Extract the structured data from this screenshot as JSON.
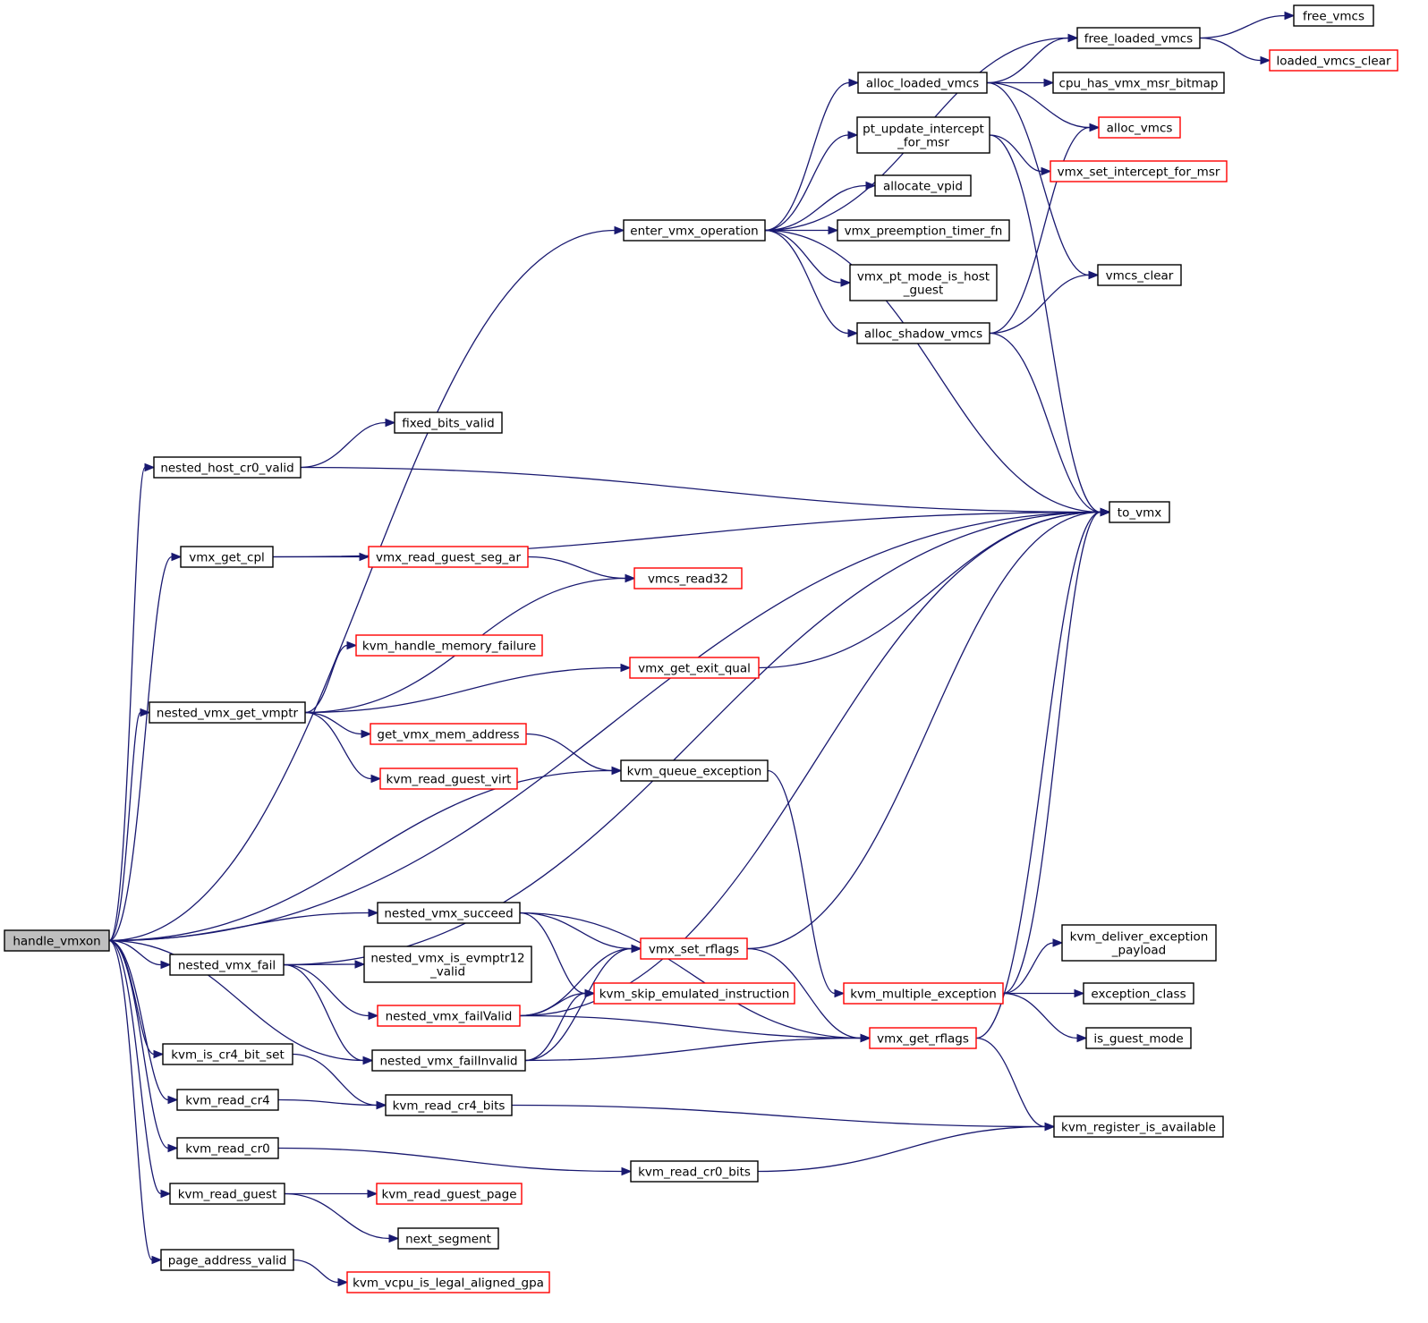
{
  "colors": {
    "edge": "#191970",
    "plain_border": "#000000",
    "truncated_border": "#ff0000",
    "root_fill": "#bfbfbf"
  },
  "nodes": [
    {
      "id": "handle_vmxon",
      "lines": [
        "handle_vmxon"
      ],
      "style": "root"
    },
    {
      "id": "enter_vmx_operation",
      "lines": [
        "enter_vmx_operation"
      ],
      "style": "plain"
    },
    {
      "id": "to_vmx",
      "lines": [
        "to_vmx"
      ],
      "style": "plain"
    },
    {
      "id": "nested_host_cr0_valid",
      "lines": [
        "nested_host_cr0_valid"
      ],
      "style": "plain"
    },
    {
      "id": "fixed_bits_valid",
      "lines": [
        "fixed_bits_valid"
      ],
      "style": "plain"
    },
    {
      "id": "vmx_get_cpl",
      "lines": [
        "vmx_get_cpl"
      ],
      "style": "plain"
    },
    {
      "id": "vmx_read_guest_seg_ar",
      "lines": [
        "vmx_read_guest_seg_ar"
      ],
      "style": "trunc"
    },
    {
      "id": "vmcs_read32",
      "lines": [
        "vmcs_read32"
      ],
      "style": "trunc"
    },
    {
      "id": "nested_vmx_get_vmptr",
      "lines": [
        "nested_vmx_get_vmptr"
      ],
      "style": "plain"
    },
    {
      "id": "kvm_handle_memory_failure",
      "lines": [
        "kvm_handle_memory_failure"
      ],
      "style": "trunc"
    },
    {
      "id": "vmx_get_exit_qual",
      "lines": [
        "vmx_get_exit_qual"
      ],
      "style": "trunc"
    },
    {
      "id": "get_vmx_mem_address",
      "lines": [
        "get_vmx_mem_address"
      ],
      "style": "trunc"
    },
    {
      "id": "kvm_read_guest_virt",
      "lines": [
        "kvm_read_guest_virt"
      ],
      "style": "trunc"
    },
    {
      "id": "kvm_queue_exception",
      "lines": [
        "kvm_queue_exception"
      ],
      "style": "plain"
    },
    {
      "id": "nested_vmx_succeed",
      "lines": [
        "nested_vmx_succeed"
      ],
      "style": "plain"
    },
    {
      "id": "nested_vmx_fail",
      "lines": [
        "nested_vmx_fail"
      ],
      "style": "plain"
    },
    {
      "id": "nested_vmx_is_evmptr12_valid",
      "lines": [
        "nested_vmx_is_evmptr12",
        "_valid"
      ],
      "style": "plain"
    },
    {
      "id": "nested_vmx_failValid",
      "lines": [
        "nested_vmx_failValid"
      ],
      "style": "trunc"
    },
    {
      "id": "nested_vmx_failInvalid",
      "lines": [
        "nested_vmx_failInvalid"
      ],
      "style": "plain"
    },
    {
      "id": "vmx_set_rflags",
      "lines": [
        "vmx_set_rflags"
      ],
      "style": "trunc"
    },
    {
      "id": "kvm_skip_emulated_instruction",
      "lines": [
        "kvm_skip_emulated_instruction"
      ],
      "style": "trunc"
    },
    {
      "id": "vmx_get_rflags",
      "lines": [
        "vmx_get_rflags"
      ],
      "style": "trunc"
    },
    {
      "id": "kvm_multiple_exception",
      "lines": [
        "kvm_multiple_exception"
      ],
      "style": "trunc"
    },
    {
      "id": "kvm_deliver_exception_payload",
      "lines": [
        "kvm_deliver_exception",
        "_payload"
      ],
      "style": "plain"
    },
    {
      "id": "exception_class",
      "lines": [
        "exception_class"
      ],
      "style": "plain"
    },
    {
      "id": "is_guest_mode",
      "lines": [
        "is_guest_mode"
      ],
      "style": "plain"
    },
    {
      "id": "kvm_register_is_available",
      "lines": [
        "kvm_register_is_available"
      ],
      "style": "plain"
    },
    {
      "id": "kvm_is_cr4_bit_set",
      "lines": [
        "kvm_is_cr4_bit_set"
      ],
      "style": "plain"
    },
    {
      "id": "kvm_read_cr4",
      "lines": [
        "kvm_read_cr4"
      ],
      "style": "plain"
    },
    {
      "id": "kvm_read_cr4_bits",
      "lines": [
        "kvm_read_cr4_bits"
      ],
      "style": "plain"
    },
    {
      "id": "kvm_read_cr0",
      "lines": [
        "kvm_read_cr0"
      ],
      "style": "plain"
    },
    {
      "id": "kvm_read_cr0_bits",
      "lines": [
        "kvm_read_cr0_bits"
      ],
      "style": "plain"
    },
    {
      "id": "kvm_read_guest",
      "lines": [
        "kvm_read_guest"
      ],
      "style": "plain"
    },
    {
      "id": "kvm_read_guest_page",
      "lines": [
        "kvm_read_guest_page"
      ],
      "style": "trunc"
    },
    {
      "id": "next_segment",
      "lines": [
        "next_segment"
      ],
      "style": "plain"
    },
    {
      "id": "page_address_valid",
      "lines": [
        "page_address_valid"
      ],
      "style": "plain"
    },
    {
      "id": "kvm_vcpu_is_legal_aligned_gpa",
      "lines": [
        "kvm_vcpu_is_legal_aligned_gpa"
      ],
      "style": "trunc"
    },
    {
      "id": "free_loaded_vmcs",
      "lines": [
        "free_loaded_vmcs"
      ],
      "style": "plain"
    },
    {
      "id": "free_vmcs",
      "lines": [
        "free_vmcs"
      ],
      "style": "plain"
    },
    {
      "id": "loaded_vmcs_clear",
      "lines": [
        "loaded_vmcs_clear"
      ],
      "style": "trunc"
    },
    {
      "id": "alloc_loaded_vmcs",
      "lines": [
        "alloc_loaded_vmcs"
      ],
      "style": "plain"
    },
    {
      "id": "cpu_has_vmx_msr_bitmap",
      "lines": [
        "cpu_has_vmx_msr_bitmap"
      ],
      "style": "plain"
    },
    {
      "id": "alloc_vmcs",
      "lines": [
        "alloc_vmcs"
      ],
      "style": "trunc"
    },
    {
      "id": "pt_update_intercept_for_msr",
      "lines": [
        "pt_update_intercept",
        "_for_msr"
      ],
      "style": "plain"
    },
    {
      "id": "vmx_set_intercept_for_msr",
      "lines": [
        "vmx_set_intercept_for_msr"
      ],
      "style": "trunc"
    },
    {
      "id": "allocate_vpid",
      "lines": [
        "allocate_vpid"
      ],
      "style": "plain"
    },
    {
      "id": "vmx_preemption_timer_fn",
      "lines": [
        "vmx_preemption_timer_fn"
      ],
      "style": "plain"
    },
    {
      "id": "vmx_pt_mode_is_host_guest",
      "lines": [
        "vmx_pt_mode_is_host",
        "_guest"
      ],
      "style": "plain"
    },
    {
      "id": "vmcs_clear",
      "lines": [
        "vmcs_clear"
      ],
      "style": "plain"
    },
    {
      "id": "alloc_shadow_vmcs",
      "lines": [
        "alloc_shadow_vmcs"
      ],
      "style": "plain"
    }
  ],
  "edges": [
    [
      "handle_vmxon",
      "enter_vmx_operation"
    ],
    [
      "handle_vmxon",
      "to_vmx"
    ],
    [
      "handle_vmxon",
      "nested_host_cr0_valid"
    ],
    [
      "handle_vmxon",
      "vmx_get_cpl"
    ],
    [
      "handle_vmxon",
      "nested_vmx_get_vmptr"
    ],
    [
      "handle_vmxon",
      "kvm_queue_exception"
    ],
    [
      "handle_vmxon",
      "nested_vmx_succeed"
    ],
    [
      "handle_vmxon",
      "nested_vmx_fail"
    ],
    [
      "handle_vmxon",
      "nested_vmx_failInvalid"
    ],
    [
      "handle_vmxon",
      "kvm_is_cr4_bit_set"
    ],
    [
      "handle_vmxon",
      "kvm_read_cr4"
    ],
    [
      "handle_vmxon",
      "kvm_read_cr0"
    ],
    [
      "handle_vmxon",
      "kvm_read_guest"
    ],
    [
      "handle_vmxon",
      "page_address_valid"
    ],
    [
      "enter_vmx_operation",
      "free_loaded_vmcs"
    ],
    [
      "enter_vmx_operation",
      "alloc_loaded_vmcs"
    ],
    [
      "enter_vmx_operation",
      "pt_update_intercept_for_msr"
    ],
    [
      "enter_vmx_operation",
      "allocate_vpid"
    ],
    [
      "enter_vmx_operation",
      "vmx_preemption_timer_fn"
    ],
    [
      "enter_vmx_operation",
      "vmx_pt_mode_is_host_guest"
    ],
    [
      "enter_vmx_operation",
      "alloc_shadow_vmcs"
    ],
    [
      "enter_vmx_operation",
      "to_vmx"
    ],
    [
      "free_loaded_vmcs",
      "free_vmcs"
    ],
    [
      "free_loaded_vmcs",
      "loaded_vmcs_clear"
    ],
    [
      "alloc_loaded_vmcs",
      "free_loaded_vmcs"
    ],
    [
      "alloc_loaded_vmcs",
      "cpu_has_vmx_msr_bitmap"
    ],
    [
      "alloc_loaded_vmcs",
      "alloc_vmcs"
    ],
    [
      "alloc_loaded_vmcs",
      "vmcs_clear"
    ],
    [
      "pt_update_intercept_for_msr",
      "vmx_set_intercept_for_msr"
    ],
    [
      "pt_update_intercept_for_msr",
      "to_vmx"
    ],
    [
      "alloc_shadow_vmcs",
      "alloc_vmcs"
    ],
    [
      "alloc_shadow_vmcs",
      "vmcs_clear"
    ],
    [
      "alloc_shadow_vmcs",
      "to_vmx"
    ],
    [
      "nested_host_cr0_valid",
      "fixed_bits_valid"
    ],
    [
      "nested_host_cr0_valid",
      "to_vmx"
    ],
    [
      "vmx_get_cpl",
      "to_vmx"
    ],
    [
      "vmx_get_cpl",
      "vmx_read_guest_seg_ar"
    ],
    [
      "vmx_read_guest_seg_ar",
      "vmcs_read32"
    ],
    [
      "nested_vmx_get_vmptr",
      "vmcs_read32"
    ],
    [
      "nested_vmx_get_vmptr",
      "kvm_handle_memory_failure"
    ],
    [
      "nested_vmx_get_vmptr",
      "vmx_get_exit_qual"
    ],
    [
      "nested_vmx_get_vmptr",
      "get_vmx_mem_address"
    ],
    [
      "nested_vmx_get_vmptr",
      "kvm_read_guest_virt"
    ],
    [
      "vmx_get_exit_qual",
      "to_vmx"
    ],
    [
      "get_vmx_mem_address",
      "kvm_queue_exception"
    ],
    [
      "kvm_queue_exception",
      "kvm_multiple_exception"
    ],
    [
      "nested_vmx_succeed",
      "vmx_set_rflags"
    ],
    [
      "nested_vmx_succeed",
      "kvm_skip_emulated_instruction"
    ],
    [
      "nested_vmx_succeed",
      "vmx_get_rflags"
    ],
    [
      "nested_vmx_fail",
      "to_vmx"
    ],
    [
      "nested_vmx_fail",
      "nested_vmx_is_evmptr12_valid"
    ],
    [
      "nested_vmx_fail",
      "nested_vmx_failValid"
    ],
    [
      "nested_vmx_fail",
      "nested_vmx_failInvalid"
    ],
    [
      "nested_vmx_failValid",
      "to_vmx"
    ],
    [
      "nested_vmx_failValid",
      "vmx_set_rflags"
    ],
    [
      "nested_vmx_failValid",
      "kvm_skip_emulated_instruction"
    ],
    [
      "nested_vmx_failValid",
      "vmx_get_rflags"
    ],
    [
      "nested_vmx_failInvalid",
      "vmx_set_rflags"
    ],
    [
      "nested_vmx_failInvalid",
      "kvm_skip_emulated_instruction"
    ],
    [
      "nested_vmx_failInvalid",
      "vmx_get_rflags"
    ],
    [
      "vmx_set_rflags",
      "to_vmx"
    ],
    [
      "vmx_set_rflags",
      "vmx_get_rflags"
    ],
    [
      "vmx_get_rflags",
      "to_vmx"
    ],
    [
      "vmx_get_rflags",
      "kvm_register_is_available"
    ],
    [
      "kvm_multiple_exception",
      "kvm_deliver_exception_payload"
    ],
    [
      "kvm_multiple_exception",
      "exception_class"
    ],
    [
      "kvm_multiple_exception",
      "is_guest_mode"
    ],
    [
      "kvm_multiple_exception",
      "to_vmx"
    ],
    [
      "kvm_is_cr4_bit_set",
      "kvm_read_cr4_bits"
    ],
    [
      "kvm_read_cr4",
      "kvm_read_cr4_bits"
    ],
    [
      "kvm_read_cr4_bits",
      "kvm_register_is_available"
    ],
    [
      "kvm_read_cr0",
      "kvm_read_cr0_bits"
    ],
    [
      "kvm_read_cr0_bits",
      "kvm_register_is_available"
    ],
    [
      "kvm_read_guest",
      "kvm_read_guest_page"
    ],
    [
      "kvm_read_guest",
      "next_segment"
    ],
    [
      "page_address_valid",
      "kvm_vcpu_is_legal_aligned_gpa"
    ]
  ]
}
